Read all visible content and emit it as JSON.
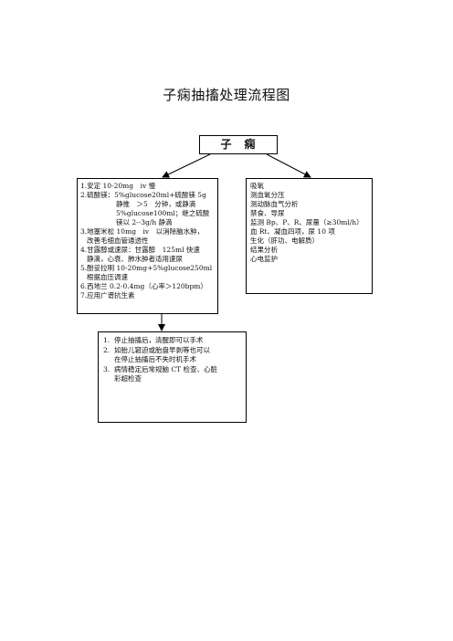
{
  "title": "子痫抽搐处理流程图",
  "top": {
    "label": "子　痫"
  },
  "left": {
    "lines": [
      "1.安定 10-20mg　iv 慢",
      "2.硫酸镁：5%glucose20ml+硫酸镁 5g",
      "静推　＞5　分钟，或静滴",
      "5%glucose100ml；继之硫酸",
      "镁以 2--3g/h 静滴",
      "3.地塞米松 10mg　iv　以消除脑水肿，",
      "改善毛细血管通透性",
      "4.甘露醇或速尿：甘露醇　125ml 快速",
      "静滴，心衰、肺水肿者适用速尿",
      "5.酚妥拉明 10-20mg+5%glucose250ml",
      "根据血压调速",
      "6.西地兰 0.2-0.4mg（心率＞120bpm）",
      "7.应用广谱抗生素"
    ]
  },
  "right": {
    "lines": [
      "吸氧",
      "测血氧分压",
      "测动脉血气分析",
      "禁食、导尿",
      "监测 Bp、P、R、尿量（≥30ml/h）",
      "血 Rt、凝血四项，尿 10 项",
      "生化（肝功、电解质）",
      "结果分析",
      "心电监护"
    ]
  },
  "bottom": {
    "items": [
      {
        "num": "1.",
        "lines": [
          "停止抽搐后，清醒即可以手术"
        ]
      },
      {
        "num": "2.",
        "lines": [
          "如胎儿窘迫或胎盘早剥等也可以",
          "在停止抽搐后不失时机手术"
        ]
      },
      {
        "num": "3.",
        "lines": [
          "病情稳定后常规脑 CT 检查、心脏",
          "彩超检查"
        ]
      }
    ]
  }
}
